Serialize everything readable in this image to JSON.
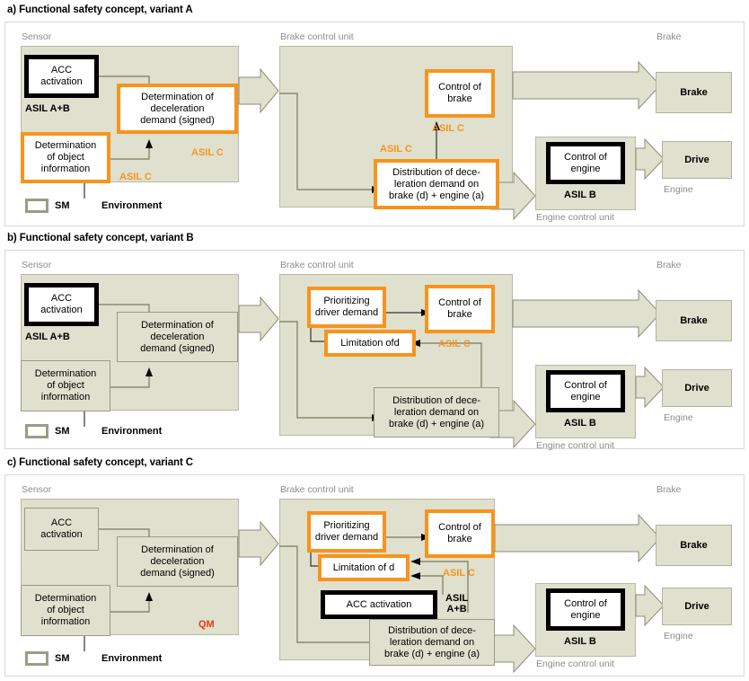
{
  "figure": {
    "legend_icon": "sm-rounded-box-icon",
    "legend_label": "SM",
    "environment_label": "Environment"
  },
  "colors": {
    "ecu_fill": "#dfe0cd",
    "orange": "#f7941e",
    "red": "#e8380d",
    "gray_label": "#8c8c8c",
    "black": "#000000"
  },
  "variants": [
    {
      "title": "a) Functional safety concept, variant A",
      "sensor": {
        "label": "Sensor",
        "acc": "ACC\nactivation",
        "acc_style": "blackring",
        "acc_asil": "ASIL A+B",
        "decel": "Determination of\ndeceleration\ndemand (signed)",
        "decel_style": "orange",
        "decel_asil": "ASIL C",
        "object": "Determination\nof object\ninformation",
        "object_style": "orange",
        "object_asil": "ASIL C",
        "qm": ""
      },
      "brake_unit": {
        "label": "Brake control unit",
        "control_brake": "Control of\nbrake",
        "control_brake_style": "orange",
        "control_brake_asil": "ASIL C",
        "distribution": "Distribution of dece-\nleration demand on\nbrake (d) + engine (a)",
        "distribution_style": "orange",
        "distribution_asil": "ASIL C",
        "prioritizing": "",
        "limitation": "",
        "acc_in_brake": "",
        "acc_in_brake_asil": ""
      },
      "engine_unit": {
        "label": "Engine control unit",
        "control_engine": "Control of\nengine",
        "control_engine_style": "blackring",
        "control_engine_asil": "ASIL B"
      },
      "outputs": {
        "brake_caption": "Brake",
        "brake_box": "Brake",
        "drive_box": "Drive",
        "engine_caption": "Engine"
      }
    },
    {
      "title": "b) Functional safety concept, variant B",
      "sensor": {
        "label": "Sensor",
        "acc": "ACC\nactivation",
        "acc_style": "blackring",
        "acc_asil": "ASIL A+B",
        "decel": "Determination of\ndeceleration\ndemand (signed)",
        "decel_style": "plain",
        "decel_asil": "",
        "object": "Determination\nof object\ninformation",
        "object_style": "plain",
        "object_asil": "",
        "qm": ""
      },
      "brake_unit": {
        "label": "Brake control unit",
        "control_brake": "Control of\nbrake",
        "control_brake_style": "orange",
        "control_brake_asil": "ASIL C",
        "distribution": "Distribution of dece-\nleration demand on\nbrake (d) + engine (a)",
        "distribution_style": "plain",
        "distribution_asil": "",
        "prioritizing": "Prioritizing\ndriver demand",
        "prioritizing_style": "orange",
        "limitation": "Limitation ofd",
        "limitation_style": "orange",
        "acc_in_brake": "",
        "acc_in_brake_asil": ""
      },
      "engine_unit": {
        "label": "Engine control unit",
        "control_engine": "Control of\nengine",
        "control_engine_style": "blackring",
        "control_engine_asil": "ASIL B"
      },
      "outputs": {
        "brake_caption": "Brake",
        "brake_box": "Brake",
        "drive_box": "Drive",
        "engine_caption": "Engine"
      }
    },
    {
      "title": "c) Functional safety concept, variant C",
      "sensor": {
        "label": "Sensor",
        "acc": "ACC\nactivation",
        "acc_style": "plain",
        "acc_asil": "",
        "decel": "Determination of\ndeceleration\ndemand (signed)",
        "decel_style": "plain",
        "decel_asil": "",
        "object": "Determination\nof object\ninformation",
        "object_style": "plain",
        "object_asil": "",
        "qm": "QM"
      },
      "brake_unit": {
        "label": "Brake control unit",
        "control_brake": "Control of\nbrake",
        "control_brake_style": "orange",
        "control_brake_asil": "ASIL C",
        "distribution": "Distribution of dece-\nleration demand on\nbrake (d) + engine (a)",
        "distribution_style": "plain",
        "distribution_asil": "",
        "prioritizing": "Prioritizing\ndriver demand",
        "prioritizing_style": "orange",
        "limitation": "Limitation of d",
        "limitation_style": "orange",
        "acc_in_brake": "ACC activation",
        "acc_in_brake_style": "blackring",
        "acc_in_brake_asil": "ASIL\nA+B"
      },
      "engine_unit": {
        "label": "Engine control unit",
        "control_engine": "Control of\nengine",
        "control_engine_style": "blackring",
        "control_engine_asil": "ASIL B"
      },
      "outputs": {
        "brake_caption": "Brake",
        "brake_box": "Brake",
        "drive_box": "Drive",
        "engine_caption": "Engine"
      }
    }
  ]
}
